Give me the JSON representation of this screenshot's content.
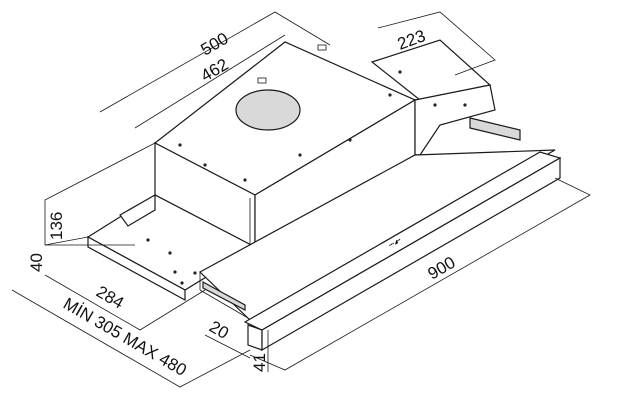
{
  "dimensions": {
    "overall_depth": "500",
    "body_depth": "462",
    "front_extension": "223",
    "body_height": "136",
    "front_height": "40",
    "tray_depth": "284",
    "extension_range": "MİN 305  MAX 480",
    "width": "900",
    "panel_thickness": "20",
    "panel_height": "41"
  }
}
